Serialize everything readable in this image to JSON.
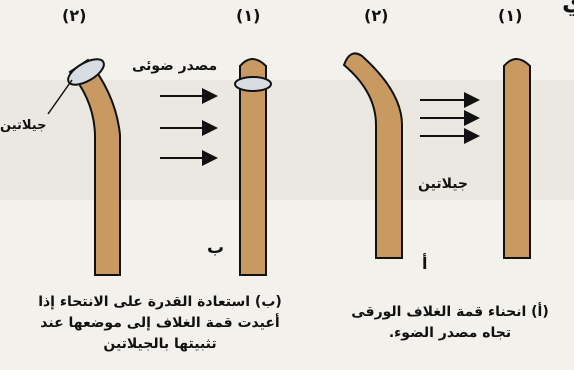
{
  "header_fragment": "ي",
  "panel_b": {
    "num_2": "(٢)",
    "num_1": "(١)",
    "light_source": "مصدر ضوئى",
    "gelatin": "جيلاتين",
    "letter": "ب",
    "caption": [
      "(ب) استعادة القدرة على الانتحاء إذا",
      "أعيدت قمة الغلاف إلى موضعها عند",
      "تثبيتها بالجيلاتين"
    ]
  },
  "panel_a": {
    "num_2": "(٢)",
    "num_1": "(١)",
    "gelatin": "جيلاتين",
    "letter": "أ",
    "caption": [
      "(أ) انحناء قمة الغلاف الورقى",
      "تجاه مصدر الضوء."
    ]
  },
  "colors": {
    "coleoptile": "#c89a62",
    "gelatin_band": "#d7dde2",
    "background": "#f3f1ec"
  }
}
